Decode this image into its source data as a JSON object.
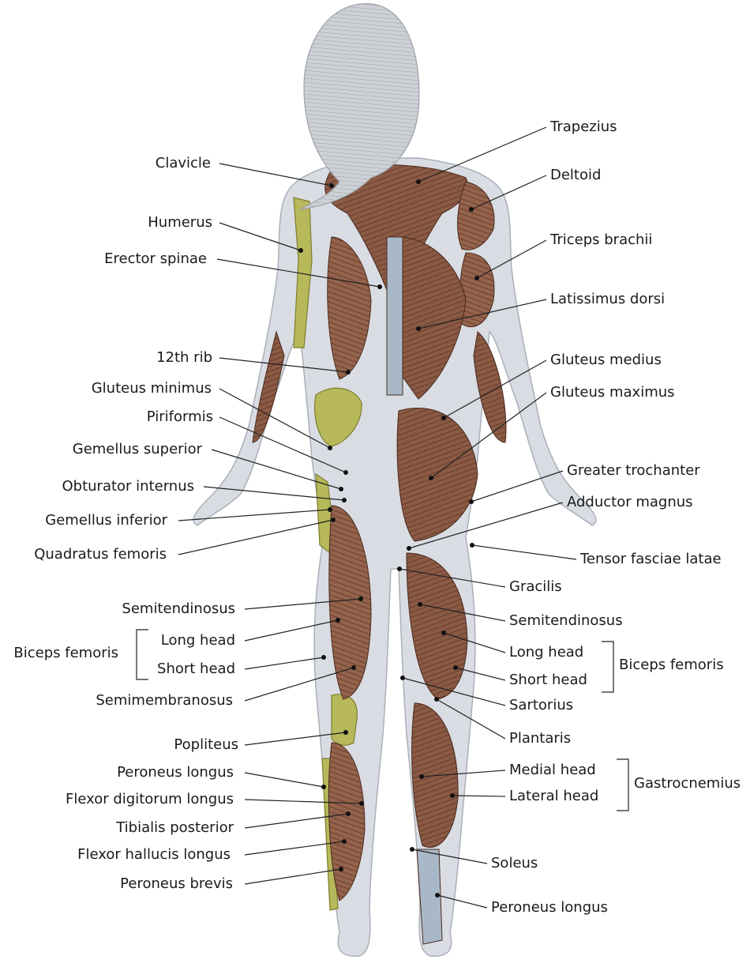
{
  "colors": {
    "muscle": "#8a5a44",
    "muscle_dark": "#5e3526",
    "skin": "#d9dde3",
    "bone": "#b7b85a",
    "hair": "#c9ccd1",
    "tendon": "#a9b8c8",
    "line": "#222222"
  },
  "labels": {
    "trapezius": "Trapezius",
    "deltoid": "Deltoid",
    "triceps_brachii": "Triceps brachii",
    "latissimus_dorsi": "Latissimus dorsi",
    "gluteus_medius": "Gluteus medius",
    "gluteus_maximus": "Gluteus maximus",
    "greater_trochanter": "Greater trochanter",
    "adductor_magnus": "Adductor magnus",
    "tensor_fasciae_latae": "Tensor fasciae latae",
    "gracilis": "Gracilis",
    "semitendinosus_right": "Semitendinosus",
    "long_head_right": "Long head",
    "short_head_right": "Short head",
    "biceps_femoris_right": "Biceps femoris",
    "sartorius": "Sartorius",
    "plantaris": "Plantaris",
    "medial_head": "Medial head",
    "lateral_head": "Lateral head",
    "gastrocnemius": "Gastrocnemius",
    "soleus": "Soleus",
    "peroneus_longus_right": "Peroneus longus",
    "clavicle": "Clavicle",
    "humerus": "Humerus",
    "erector_spinae": "Erector spinae",
    "rib_12": "12th rib",
    "gluteus_minimus": "Gluteus minimus",
    "piriformis": "Piriformis",
    "gemellus_superior": "Gemellus superior",
    "obturator_internus": "Obturator internus",
    "gemellus_inferior": "Gemellus inferior",
    "quadratus_femoris": "Quadratus femoris",
    "semitendinosus_left": "Semitendinosus",
    "biceps_femoris_left": "Biceps femoris",
    "long_head_left": "Long head",
    "short_head_left": "Short head",
    "semimembranosus": "Semimembranosus",
    "popliteus": "Popliteus",
    "peroneus_longus_left": "Peroneus longus",
    "flexor_digitorum_longus": "Flexor digitorum longus",
    "tibialis_posterior": "Tibialis posterior",
    "flexor_hallucis_longus": "Flexor hallucis longus",
    "peroneus_brevis": "Peroneus brevis"
  }
}
